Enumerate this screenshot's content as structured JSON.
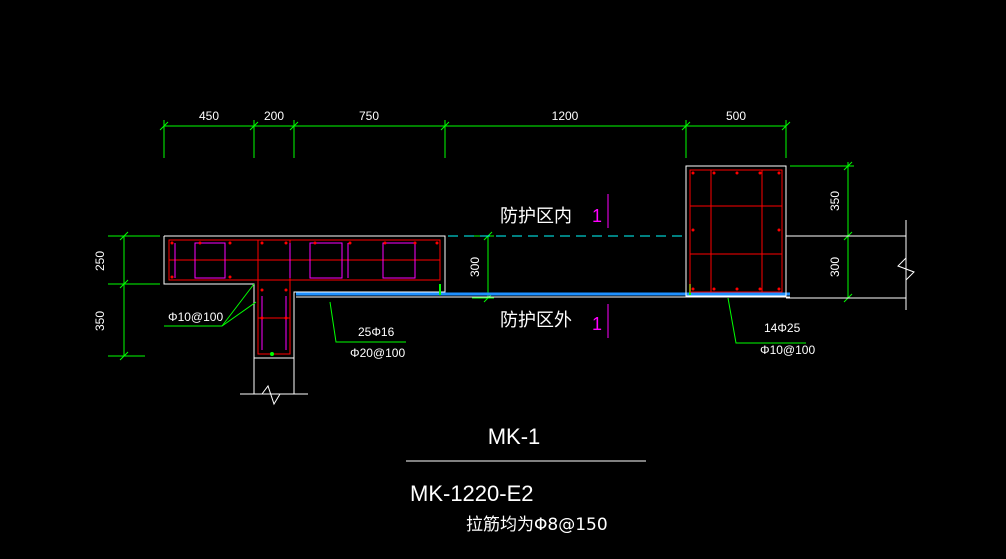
{
  "drawing": {
    "dimensions_top": [
      "450",
      "200",
      "750",
      "1200",
      "500"
    ],
    "dim_left_upper": "250",
    "dim_left_lower": "350",
    "dim_mid": "300",
    "dim_right_upper": "350",
    "dim_right_lower": "300",
    "zone_inside": "防护区内",
    "zone_outside": "防护区外",
    "zone_marker": "1",
    "rebar_left": "Φ10@100",
    "rebar_mid_top": "25Φ16",
    "rebar_mid_bottom": "Φ20@100",
    "rebar_right_top": "14Φ25",
    "rebar_right_bottom": "Φ10@100",
    "title": "MK-1",
    "code": "MK-1220-E2",
    "note": "拉筋均为Φ8@150"
  },
  "colors": {
    "background": "#000000",
    "dimension": "#00ff00",
    "outline": "#ffffff",
    "rebar": "#ff0000",
    "stirrup": "#ff00ff",
    "slab": "#1e90ff",
    "dashed": "#00ffff"
  }
}
